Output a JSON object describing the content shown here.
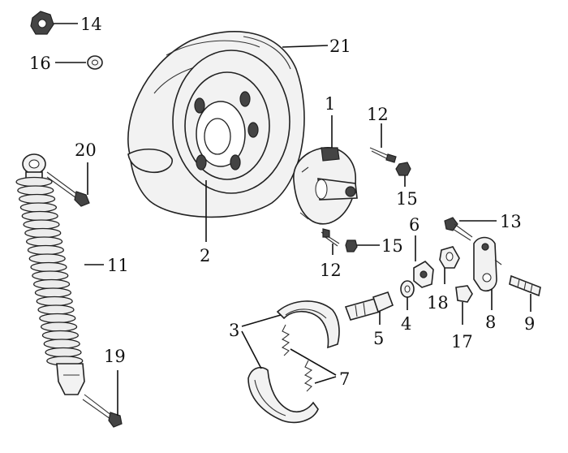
{
  "callouts": {
    "n1": "1",
    "n2": "2",
    "n3": "3",
    "n4": "4",
    "n5": "5",
    "n6": "6",
    "n7": "7",
    "n8": "8",
    "n9": "9",
    "n11": "11",
    "n12a": "12",
    "n12b": "12",
    "n13": "13",
    "n14": "14",
    "n15a": "15",
    "n15b": "15",
    "n16": "16",
    "n17": "17",
    "n18": "18",
    "n19": "19",
    "n20": "20",
    "n21": "21"
  }
}
